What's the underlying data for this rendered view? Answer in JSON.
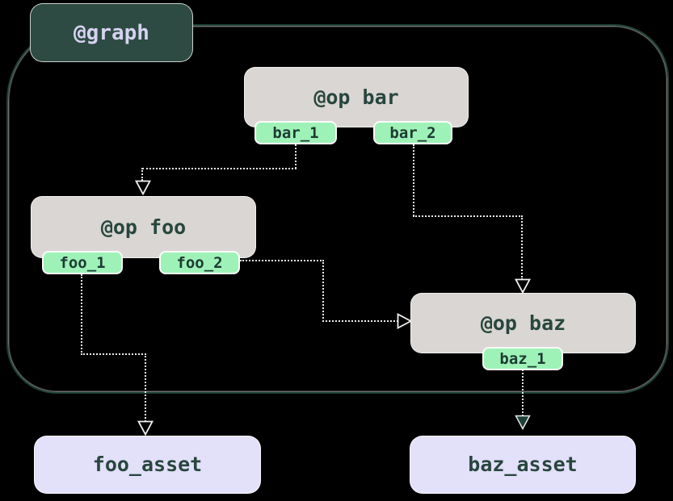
{
  "diagram": {
    "graph": {
      "label": "@graph",
      "ops": [
        {
          "label": "@op bar",
          "outputs": [
            "bar_1",
            "bar_2"
          ]
        },
        {
          "label": "@op foo",
          "outputs": [
            "foo_1",
            "foo_2"
          ]
        },
        {
          "label": "@op baz",
          "outputs": [
            "baz_1"
          ]
        }
      ]
    },
    "assets": [
      "foo_asset",
      "baz_asset"
    ],
    "edges": [
      {
        "from": "bar_1",
        "to": "@op foo",
        "style": "dotted",
        "arrowhead": "hollow"
      },
      {
        "from": "bar_2",
        "to": "@op baz",
        "style": "dotted",
        "arrowhead": "hollow"
      },
      {
        "from": "foo_2",
        "to": "@op baz",
        "style": "dotted",
        "arrowhead": "hollow"
      },
      {
        "from": "foo_1",
        "to": "foo_asset",
        "style": "dotted",
        "arrowhead": "hollow"
      },
      {
        "from": "baz_1",
        "to": "baz_asset",
        "style": "dotted",
        "arrowhead": "filled"
      }
    ],
    "colors": {
      "background": "#000000",
      "graph_border": "#1e4238",
      "graph_label_bg": "#2d4b42",
      "graph_label_text": "#d6d3f0",
      "op_bg": "#d9d6d3",
      "op_text": "#28463e",
      "output_tag_bg": "#9ef2b7",
      "output_tag_text": "#1d3b33",
      "asset_bg": "#e3e0fa",
      "edge": "#ececec"
    }
  }
}
